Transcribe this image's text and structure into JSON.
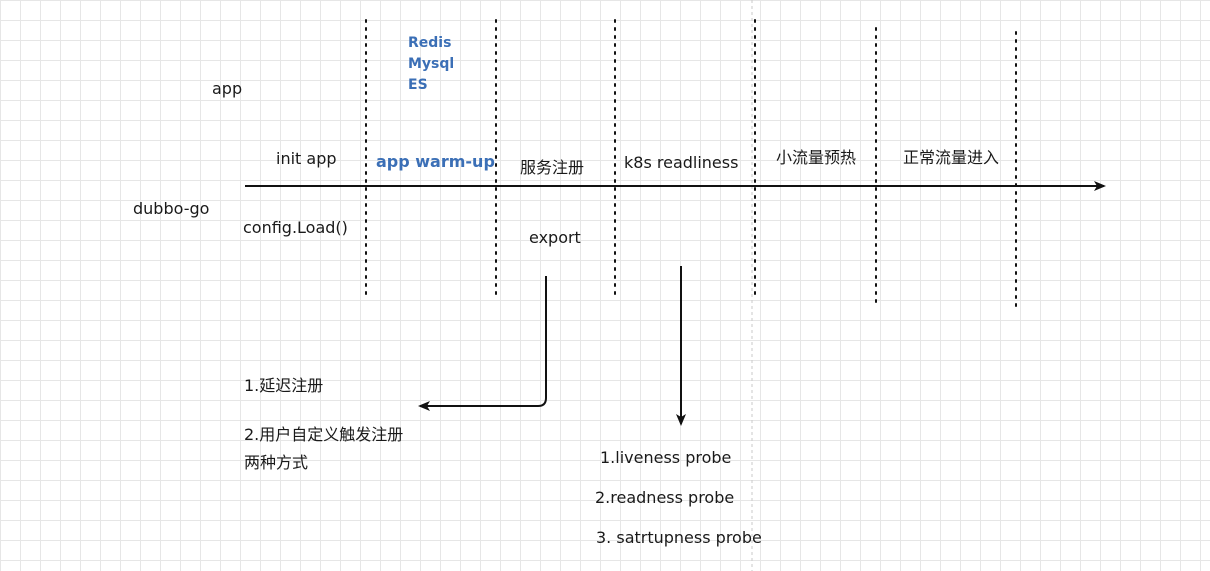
{
  "labels": {
    "app": "app",
    "dubbo_go": "dubbo-go",
    "deps": [
      "Redis",
      "Mysql",
      "ES"
    ]
  },
  "stages": {
    "init_app": "init app",
    "warm_up": "app warm-up",
    "register": "服务注册",
    "k8s_readiness": "k8s readliness",
    "small_traffic": "小流量预热",
    "normal_traffic": "正常流量进入"
  },
  "details": {
    "config_load": "config.Load()",
    "export": "export"
  },
  "registration_notes": [
    "1.延迟注册",
    "2.用户自定义触发注册",
    "两种方式"
  ],
  "probes": [
    "1.liveness probe",
    "2.readness probe",
    "3. satrtupness probe"
  ],
  "colors": {
    "accent_blue": "#3b6fb6",
    "line": "#111111",
    "grid": "#e6e6e6"
  }
}
